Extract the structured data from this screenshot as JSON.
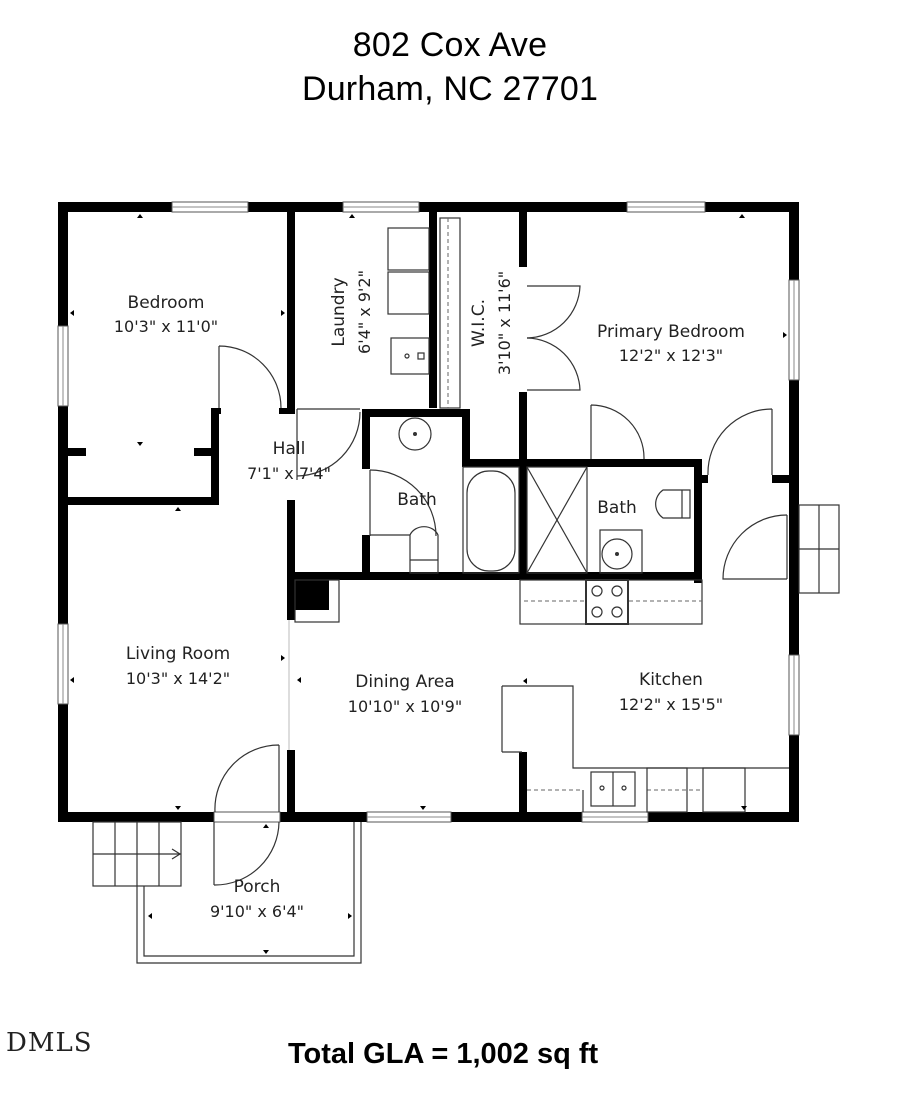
{
  "header": {
    "address_line1": "802 Cox Ave",
    "address_line2": "Durham, NC 27701"
  },
  "rooms": {
    "bedroom": {
      "name": "Bedroom",
      "dims": "10'3\" x 11'0\""
    },
    "laundry": {
      "name": "Laundry",
      "dims": "6'4\" x 9'2\""
    },
    "wic": {
      "name": "W.I.C.",
      "dims": "3'10\" x 11'6\""
    },
    "primary_bedroom": {
      "name": "Primary Bedroom",
      "dims": "12'2\" x 12'3\""
    },
    "hall": {
      "name": "Hall",
      "dims": "7'1\" x 7'4\""
    },
    "bath1": {
      "name": "Bath",
      "dims": ""
    },
    "bath2": {
      "name": "Bath",
      "dims": ""
    },
    "living_room": {
      "name": "Living Room",
      "dims": "10'3\" x 14'2\""
    },
    "dining_area": {
      "name": "Dining Area",
      "dims": "10'10\" x 10'9\""
    },
    "kitchen": {
      "name": "Kitchen",
      "dims": "12'2\" x 15'5\""
    },
    "porch": {
      "name": "Porch",
      "dims": "9'10\" x 6'4\""
    }
  },
  "footer": {
    "mls_logo": "DMLS",
    "total_gla": "Total GLA =  1,002 sq ft"
  },
  "colors": {
    "wall": "#000000",
    "background": "#ffffff",
    "fixture_line": "#333333"
  }
}
